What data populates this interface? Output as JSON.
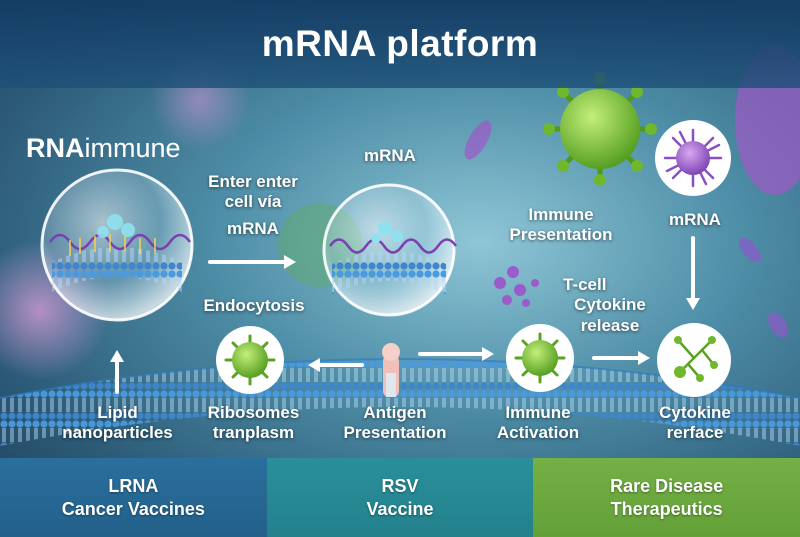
{
  "title": "mRNA platform",
  "brand": {
    "bold": "RNA",
    "light": "immune"
  },
  "labels": {
    "mrna_top": "mRNA",
    "enter_line1": "Enter enter",
    "enter_line2": "cell vía",
    "enter_line3": "mRNA",
    "immune_presentation_1": "Immune",
    "immune_presentation_2": "Presentation",
    "mrna_right": "mRNA",
    "tcell_1": "T-cell",
    "tcell_2": "Cytokine",
    "tcell_3": "release",
    "endocytosis": "Endocytosis",
    "lipid_1": "Lipid",
    "lipid_2": "nanoparticles",
    "ribosomes_1": "Ribosomes",
    "ribosomes_2": "tranplasm",
    "antigen_1": "Antigen",
    "antigen_2": "Presentation",
    "activation_1": "Immune",
    "activation_2": "Activation",
    "cytokine_1": "Cytokine",
    "cytokine_2": "rerface"
  },
  "panels": [
    {
      "line1": "LRNA",
      "line2": "Cancer Vaccines"
    },
    {
      "line1": "RSV",
      "line2": "Vaccine"
    },
    {
      "line1": "Rare Disease",
      "line2": "Therapeutics"
    }
  ],
  "colors": {
    "panel_blue": "#2a6f9d",
    "panel_teal": "#2a8f9a",
    "panel_green": "#74b045",
    "membrane": "#3f8fd6",
    "virus_green": "#6fb82e",
    "virus_purple": "#8a4fc0"
  }
}
